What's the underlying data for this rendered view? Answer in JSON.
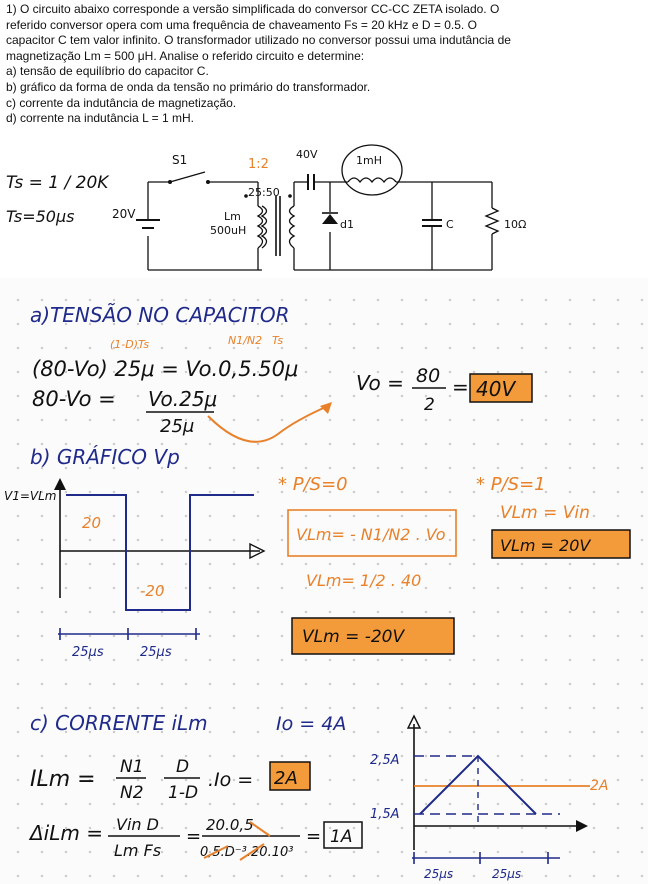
{
  "problem": {
    "lines": [
      "1) O circuito abaixo corresponde a versão simplificada do conversor CC-CC ZETA isolado. O",
      "referido conversor opera com uma frequência de chaveamento Fs = 20 kHz e D = 0.5. O",
      "capacitor C tem valor infinito. O transformador utilizado no conversor possui uma indutância de",
      "magnetização Lm = 500 μH. Analise o referido circuito e determine:"
    ],
    "items": [
      "a) tensão de equilíbrio do capacitor C.",
      "b) gráfico da forma de onda da tensão no primário do transformador.",
      "c) corrente da indutância de magnetização.",
      "d) corrente na indutância L = 1 mH."
    ]
  },
  "circuit": {
    "switch": "S1",
    "ratio": "1:2",
    "turns": "25:50",
    "source": "20V",
    "lm_label": "Lm",
    "lm_value": "500uH",
    "cap_voltage": "40V",
    "inductor": "1mH",
    "diode": "d1",
    "capacitor": "C",
    "resistor": "10Ω"
  },
  "notes": {
    "ts_formula": "Ts = 1 / 20K",
    "ts_value": "Ts=50μs",
    "heading_a": "a)TENSÃO NO CAPACITOR",
    "a_hint1": "(1-D)Ts",
    "a_hint2": "N1/N2",
    "a_hint3": "Ts",
    "a_eq1": "(80-Vo) 25μ = Vo.0,5.50μ",
    "a_eq2_left": "80-Vo =",
    "a_eq2_num": "Vo.25μ",
    "a_eq2_den": "25μ",
    "vo_left": "Vo =",
    "vo_num": "80",
    "vo_den": "2",
    "vo_result": "40V",
    "heading_b": "b) GRÁFICO Vp",
    "graph_ylabel": "V1=VLm",
    "graph_pos": "20",
    "graph_neg": "-20",
    "graph_t1": "25μs",
    "graph_t2": "25μs",
    "ps0_label": "* P/S=0",
    "ps0_eq": "VLm= - N1/N2 . Vo",
    "ps0_eq2": "VLm= 1/2 . 40",
    "ps0_result": "VLm = -20V",
    "ps1_label": "* P/S=1",
    "ps1_eq": "VLm = Vin",
    "ps1_result": "VLm = 20V",
    "heading_c": "c) CORRENTE iLm",
    "io": "Io = 4A",
    "ilm_left": "ILm =",
    "ilm_result": "2A",
    "delta_left": "ΔiLm =",
    "delta_num": "Vin D",
    "delta_den": "Lm Fs",
    "delta_num2": "20.0,5",
    "delta_den2": "0,5.D⁻³.20.10³",
    "delta_result": "1A",
    "cg_top": "2,5A",
    "cg_bottom": "1,5A",
    "cg_avg": "2A",
    "cg_t1": "25μs",
    "cg_t2": "25μs"
  },
  "colors": {
    "ink": "#1f2a8a",
    "orange": "#e8812a",
    "box_fill": "#f39a3a"
  }
}
